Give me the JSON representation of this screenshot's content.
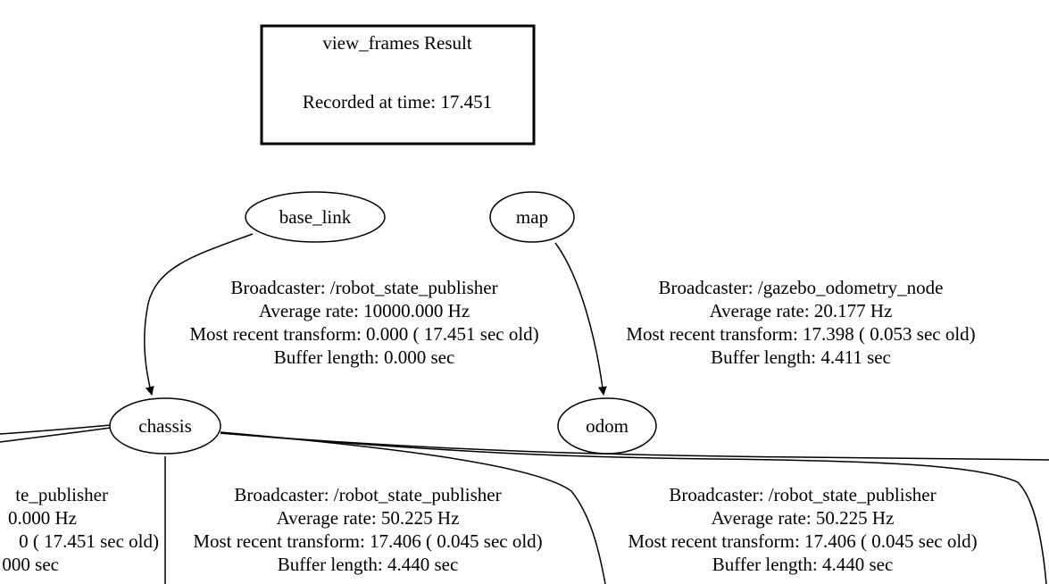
{
  "title_box": {
    "title": "view_frames Result",
    "recorded": "Recorded at time: 17.451"
  },
  "nodes": {
    "base_link": "base_link",
    "map": "map",
    "chassis": "chassis",
    "odom": "odom"
  },
  "edges": {
    "base_link_chassis": {
      "broadcaster": "Broadcaster: /robot_state_publisher",
      "rate": "Average rate: 10000.000 Hz",
      "recent": "Most recent transform: 0.000 ( 17.451 sec old)",
      "buffer": "Buffer length: 0.000 sec"
    },
    "map_odom": {
      "broadcaster": "Broadcaster: /gazebo_odometry_node",
      "rate": "Average rate: 20.177 Hz",
      "recent": "Most recent transform: 17.398 ( 0.053 sec old)",
      "buffer": "Buffer length: 4.411 sec"
    },
    "chassis_left": {
      "broadcaster": "te_publisher",
      "rate": "0.000 Hz",
      "recent": "0 ( 17.451 sec old)",
      "buffer": "000 sec"
    },
    "chassis_mid": {
      "broadcaster": "Broadcaster: /robot_state_publisher",
      "rate": "Average rate: 50.225 Hz",
      "recent": "Most recent transform: 17.406 ( 0.045 sec old)",
      "buffer": "Buffer length: 4.440 sec"
    },
    "chassis_right": {
      "broadcaster": "Broadcaster: /robot_state_publisher",
      "rate": "Average rate: 50.225 Hz",
      "recent": "Most recent transform: 17.406 ( 0.045 sec old)",
      "buffer": "Buffer length: 4.440 sec"
    }
  }
}
